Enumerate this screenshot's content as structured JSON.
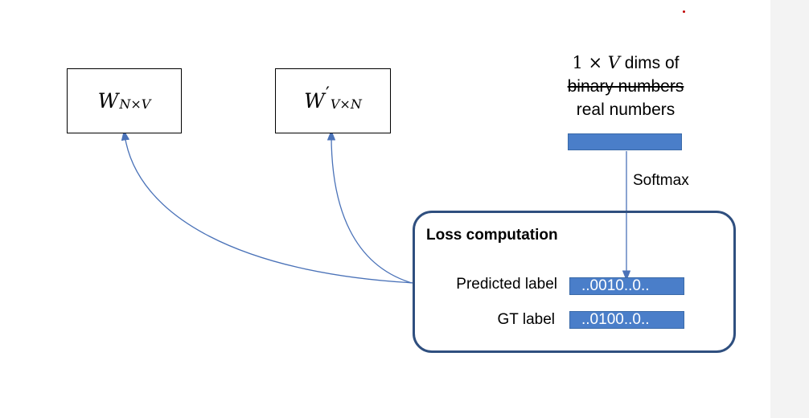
{
  "matrices": {
    "w": {
      "symbol": "W",
      "subscript": "N×V"
    },
    "w_prime": {
      "symbol": "W",
      "prime": "′",
      "subscript": "V×N"
    }
  },
  "dims": {
    "math": "1 × ",
    "var": "V",
    "suffix": " dims of",
    "struck": "binary numbers",
    "replacement": "real numbers"
  },
  "edges": {
    "softmax": "Softmax"
  },
  "loss": {
    "title": "Loss computation",
    "predicted_label": "Predicted label",
    "predicted_value": "..0010..0..",
    "gt_label": "GT label",
    "gt_value": "..0100..0.."
  },
  "colors": {
    "bar_fill": "#4a7ec9",
    "arrow": "#4a72b8",
    "loss_border": "#2f4f7f"
  }
}
